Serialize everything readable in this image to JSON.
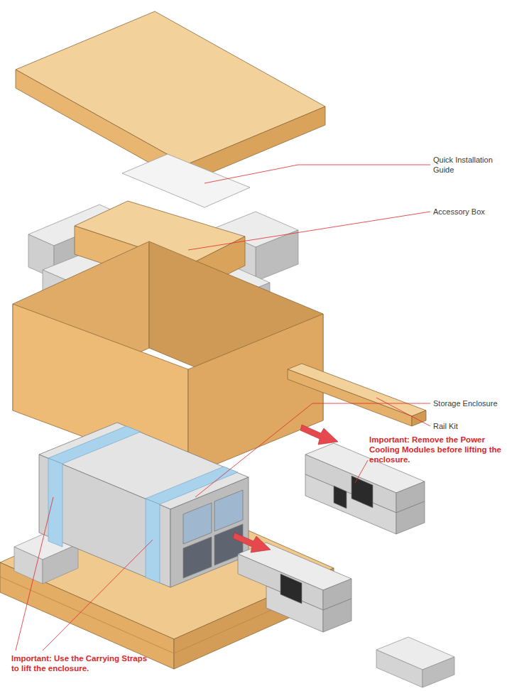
{
  "diagram": {
    "labels": [
      "Quick Installation Guide",
      "Accessory Box",
      "Storage Enclosure",
      "Rail Kit",
      "Important: Remove the Power Cooling Modules before lifting the enclosure.",
      "Important: Use the Carrying Straps to lift the enclosure."
    ]
  }
}
